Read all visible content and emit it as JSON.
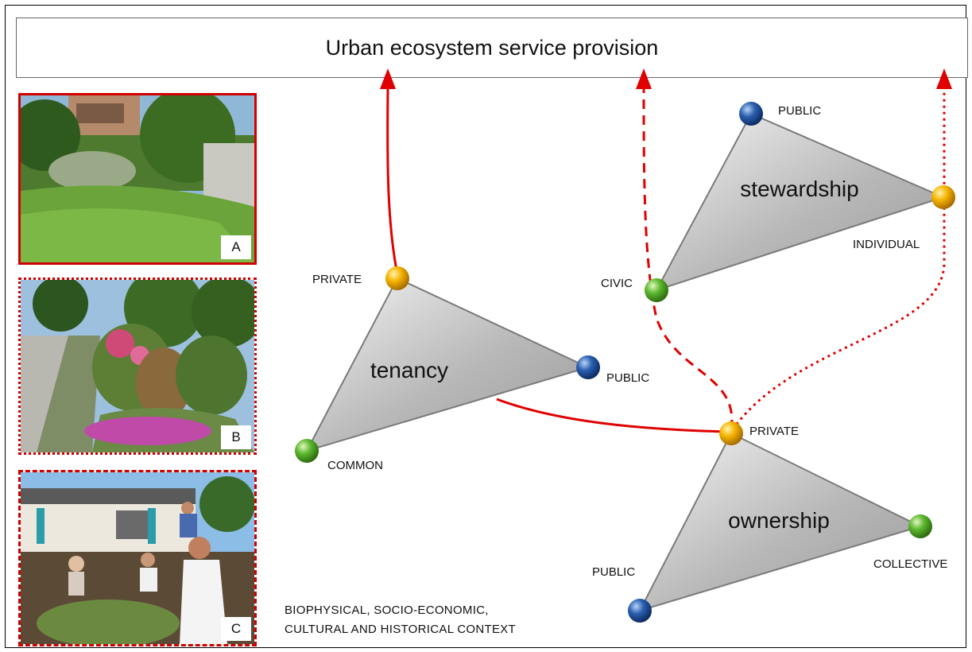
{
  "banner": {
    "title": "Urban ecosystem service provision"
  },
  "photos": [
    {
      "label": "A"
    },
    {
      "label": "B"
    },
    {
      "label": "C"
    }
  ],
  "triangles": {
    "tenancy": {
      "title": "tenancy",
      "nodes": {
        "top": "PRIVATE",
        "right": "PUBLIC",
        "bottom": "COMMON"
      }
    },
    "stewardship": {
      "title": "stewardship",
      "nodes": {
        "top": "PUBLIC",
        "right": "INDIVIDUAL",
        "left": "CIVIC"
      }
    },
    "ownership": {
      "title": "ownership",
      "nodes": {
        "top": "PRIVATE",
        "right": "COLLECTIVE",
        "left": "PUBLIC"
      }
    }
  },
  "context": {
    "line1": "BIOPHYSICAL, SOCIO-ECONOMIC,",
    "line2": "CULTURAL AND HISTORICAL CONTEXT"
  },
  "colors": {
    "arrow": "#e00000",
    "private_node": "#f5b400",
    "public_node": "#2a5fb0",
    "common_node": "#5cb82e"
  }
}
